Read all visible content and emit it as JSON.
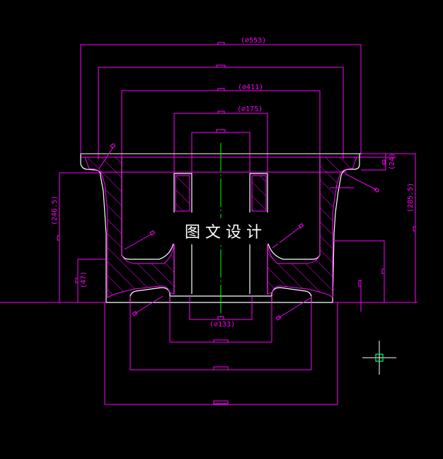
{
  "drawing": {
    "background": "#000000",
    "colors": {
      "dimension": "#ff00ff",
      "outline": "#ffffff",
      "centerline": "#00ff00",
      "cursor_box": "#00ff66"
    },
    "dimensions": {
      "d553": "(⌀553)",
      "d411": "(⌀411)",
      "d175": "(⌀175)",
      "d133": "(⌀133)",
      "h246_5": "(246.5)",
      "h47": "(47)",
      "h24": "(24)",
      "h285_5": "(285.5)"
    },
    "watermark": "图文设计",
    "cursor": {
      "type": "crosshair-with-pickbox"
    }
  }
}
